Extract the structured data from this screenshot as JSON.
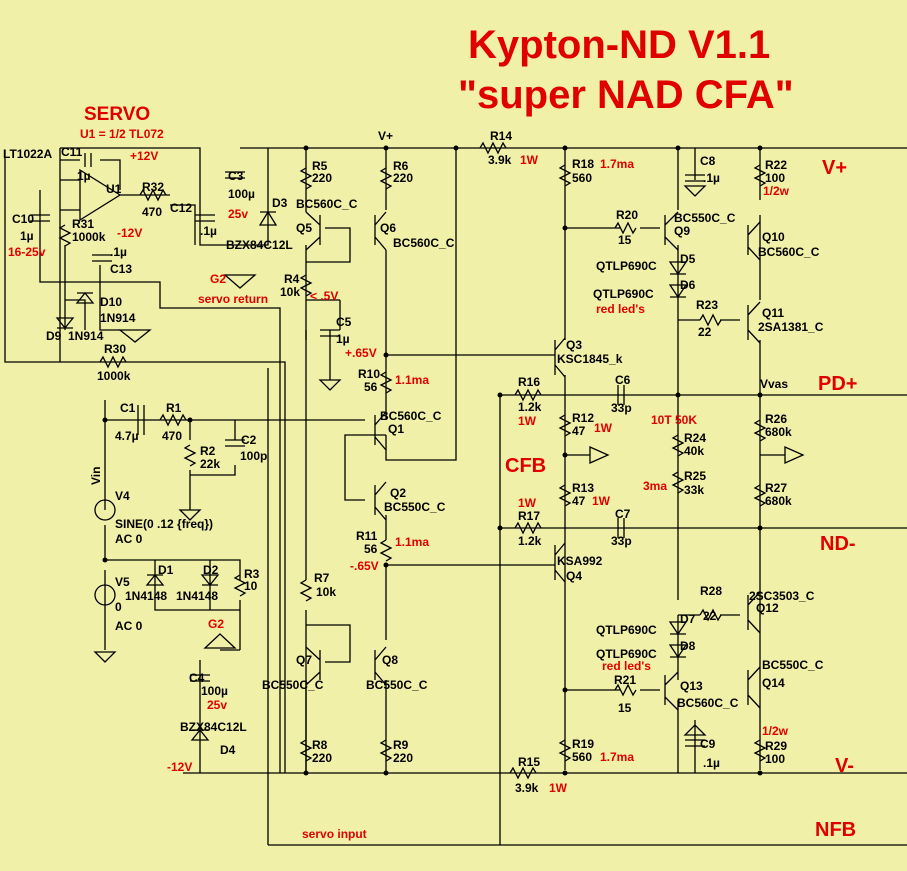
{
  "header": {
    "title_line1": "Kypton-ND V1.1",
    "title_line2": "\"super NAD CFA\""
  },
  "servo": {
    "title": "SERVO",
    "u1_note": "U1 = 1/2 TL072",
    "opamp_model": "LT1022A",
    "opamp_ref": "U1",
    "pos_rail": "+12V",
    "neg_rail": "-12V",
    "servo_return": "servo return",
    "servo_input": "servo input",
    "g2": "G2"
  },
  "rails": {
    "vplus_top": "V+",
    "vplus_right": "V+",
    "vminus": "V-",
    "pd_plus": "PD+",
    "nd_minus": "ND-",
    "nfb": "NFB",
    "cfb": "CFB",
    "vvas": "Vvas",
    "v065_pos": "+.65V",
    "v065_neg": "-.65V",
    "v05": "< .5V",
    "minus12": "-12V",
    "g2_lower": "G2"
  },
  "components": {
    "C11": {
      "ref": "C11",
      "val": "1µ"
    },
    "C10": {
      "ref": "C10",
      "val": "1µ",
      "note": "16-25v"
    },
    "R31": {
      "ref": "R31",
      "val": "1000k"
    },
    "R32": {
      "ref": "R32",
      "val": "470"
    },
    "C12": {
      "ref": "C12",
      "val": ".1µ"
    },
    "C13": {
      "ref": "C13",
      "val": ".1µ"
    },
    "C3": {
      "ref": "C3",
      "val": "100µ",
      "note": "25v"
    },
    "D3": {
      "ref": "D3",
      "val": "BZX84C12L"
    },
    "D10": {
      "ref": "D10",
      "val": "1N914"
    },
    "D9": {
      "ref": "D9",
      "val": "1N914"
    },
    "R30": {
      "ref": "R30",
      "val": "1000k"
    },
    "R5": {
      "ref": "R5",
      "val": "220"
    },
    "R6": {
      "ref": "R6",
      "val": "220"
    },
    "Q5": {
      "ref": "Q5",
      "val": "BC560C_C"
    },
    "Q6": {
      "ref": "Q6",
      "val": "BC560C_C"
    },
    "R4": {
      "ref": "R4",
      "val": "10k"
    },
    "C5": {
      "ref": "C5",
      "val": "1µ"
    },
    "R10": {
      "ref": "R10",
      "val": "56",
      "note": "1.1ma"
    },
    "Q1": {
      "ref": "Q1",
      "val": "BC560C_C"
    },
    "Q2": {
      "ref": "Q2",
      "val": "BC550C_C"
    },
    "R11": {
      "ref": "R11",
      "val": "56",
      "note": "1.1ma"
    },
    "R7": {
      "ref": "R7",
      "val": "10k"
    },
    "Q7": {
      "ref": "Q7",
      "val": "BC550C_C"
    },
    "Q8": {
      "ref": "Q8",
      "val": "BC550C_C"
    },
    "R8": {
      "ref": "R8",
      "val": "220"
    },
    "R9": {
      "ref": "R9",
      "val": "220"
    },
    "C1": {
      "ref": "C1",
      "val": "4.7µ"
    },
    "R1": {
      "ref": "R1",
      "val": "470"
    },
    "R2": {
      "ref": "R2",
      "val": "22k"
    },
    "C2": {
      "ref": "C2",
      "val": "100p"
    },
    "V4": {
      "ref": "V4",
      "val": "SINE(0 .12 {freq})",
      "ac": "AC 0",
      "label": "Vin"
    },
    "V5": {
      "ref": "V5",
      "val": "0",
      "ac": "AC 0"
    },
    "D1": {
      "ref": "D1",
      "val": "1N4148"
    },
    "D2": {
      "ref": "D2",
      "val": "1N4148"
    },
    "R3": {
      "ref": "R3",
      "val": "10"
    },
    "C4": {
      "ref": "C4",
      "val": "100µ",
      "note": "25v"
    },
    "D4": {
      "ref": "D4",
      "val": "BZX84C12L"
    },
    "R14": {
      "ref": "R14",
      "val": "3.9k",
      "note": "1W"
    },
    "R15": {
      "ref": "R15",
      "val": "3.9k",
      "note": "1W"
    },
    "R18": {
      "ref": "R18",
      "val": "560",
      "note": "1.7ma"
    },
    "R19": {
      "ref": "R19",
      "val": "560",
      "note": "1.7ma"
    },
    "Q3": {
      "ref": "Q3",
      "val": "KSC1845_k"
    },
    "Q4": {
      "ref": "Q4",
      "val": "KSA992"
    },
    "R16": {
      "ref": "R16",
      "val": "1.2k",
      "note": "1W"
    },
    "R17": {
      "ref": "R17",
      "val": "1.2k",
      "note": "1W"
    },
    "R12": {
      "ref": "R12",
      "val": "47",
      "note": "1W"
    },
    "R13": {
      "ref": "R13",
      "val": "47",
      "note": "1W"
    },
    "C6": {
      "ref": "C6",
      "val": "33p"
    },
    "C7": {
      "ref": "C7",
      "val": "33p"
    },
    "R20": {
      "ref": "R20",
      "val": "15"
    },
    "R21": {
      "ref": "R21",
      "val": "15"
    },
    "Q9": {
      "ref": "Q9",
      "val": "BC550C_C"
    },
    "Q13": {
      "ref": "Q13",
      "val": "BC560C_C"
    },
    "D5": {
      "ref": "D5",
      "val": "QTLP690C"
    },
    "D6": {
      "ref": "D6",
      "val": "QTLP690C",
      "note": "red led's"
    },
    "D7": {
      "ref": "D7",
      "val": "QTLP690C"
    },
    "D8": {
      "ref": "D8",
      "val": "QTLP690C",
      "note": "red led's"
    },
    "R23": {
      "ref": "R23",
      "val": "22"
    },
    "R28": {
      "ref": "R28",
      "val": "22"
    },
    "R24": {
      "ref": "R24",
      "val": "40k",
      "note": "10T 50K"
    },
    "R25": {
      "ref": "R25",
      "val": "33k",
      "note": "3ma"
    },
    "C8": {
      "ref": "C8",
      "val": ".1µ"
    },
    "C9": {
      "ref": "C9",
      "val": ".1µ"
    },
    "R22": {
      "ref": "R22",
      "val": "100",
      "note": "1/2w"
    },
    "R29": {
      "ref": "R29",
      "val": "100",
      "note": "1/2w"
    },
    "Q10": {
      "ref": "Q10",
      "val": "BC560C_C"
    },
    "Q11": {
      "ref": "Q11",
      "val": "2SA1381_C"
    },
    "Q12": {
      "ref": "Q12",
      "val": "2SC3503_C"
    },
    "Q14": {
      "ref": "Q14",
      "val": "BC550C_C"
    },
    "R26": {
      "ref": "R26",
      "val": "680k"
    },
    "R27": {
      "ref": "R27",
      "val": "680k"
    }
  }
}
